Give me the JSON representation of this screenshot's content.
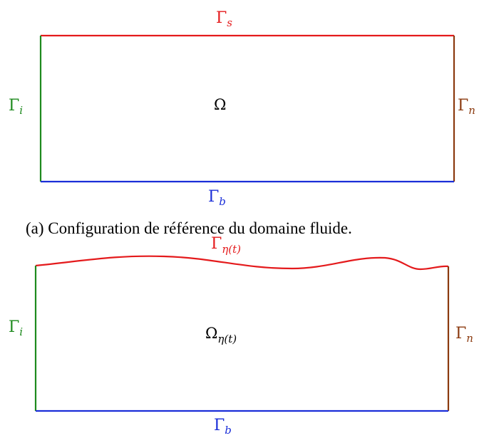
{
  "colors": {
    "top": "#e41a1c",
    "left": "#1e8a1e",
    "right": "#8b3a0f",
    "bottom": "#1a2ed8",
    "text": "#000000"
  },
  "panel_a": {
    "top_label": {
      "base": "Γ",
      "sub": "s"
    },
    "left_label": {
      "base": "Γ",
      "sub": "i"
    },
    "right_label": {
      "base": "Γ",
      "sub": "n"
    },
    "bottom_label": {
      "base": "Γ",
      "sub": "b"
    },
    "domain_label": {
      "base": "Ω",
      "sub": ""
    },
    "caption": "(a) Configuration de référence du domaine fluide."
  },
  "panel_b": {
    "top_label": {
      "base": "Γ",
      "sub": "η(t)"
    },
    "left_label": {
      "base": "Γ",
      "sub": "i"
    },
    "right_label": {
      "base": "Γ",
      "sub": "n"
    },
    "bottom_label": {
      "base": "Γ",
      "sub": "b"
    },
    "domain_label": {
      "base": "Ω",
      "sub": "η(t)"
    }
  }
}
